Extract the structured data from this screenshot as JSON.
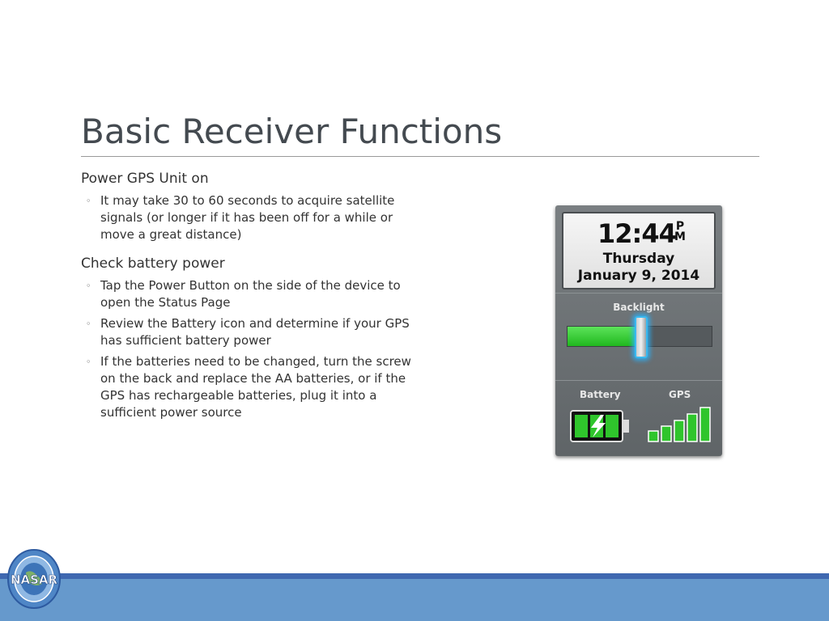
{
  "slide": {
    "title": "Basic Receiver Functions",
    "bullets": [
      {
        "text": "Power GPS Unit on",
        "sub": [
          "It may take 30 to 60 seconds to acquire satellite signals (or longer if it has been off for a while or move a great distance)"
        ]
      },
      {
        "text": "Check battery power",
        "sub": [
          "Tap the Power Button on the side of the device to open the Status Page",
          "Review the Battery icon and determine if your GPS has sufficient battery power",
          "If the batteries need to be changed, turn the screw on the back and replace the AA batteries, or if the GPS has rechargeable batteries, plug it into a sufficient power source"
        ]
      }
    ],
    "sub_marker": "◦"
  },
  "device": {
    "time": "12:44",
    "ampm_top": "P",
    "ampm_bottom": "M",
    "day": "Thursday",
    "date": "January 9, 2014",
    "backlight_label": "Backlight",
    "backlight_level": 0.5,
    "battery_label": "Battery",
    "gps_label": "GPS",
    "gps_bars": 5
  },
  "logo": {
    "text": "NASAR"
  },
  "colors": {
    "accent_green": "#2fc52c",
    "footer_blue": "#6699cc",
    "footer_line": "#3f68b0",
    "glow_blue": "#39b9f0"
  }
}
